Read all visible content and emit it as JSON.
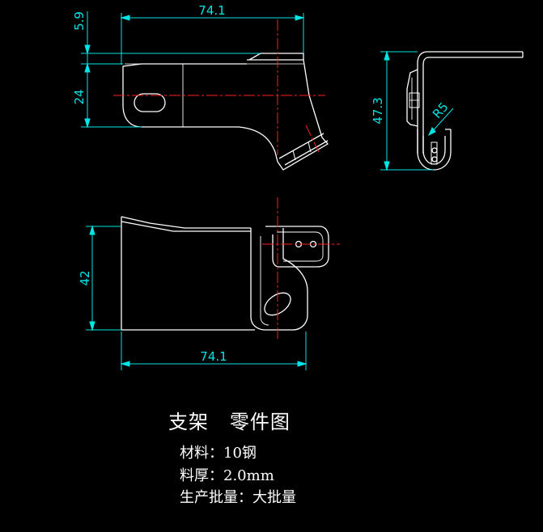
{
  "drawing": {
    "title": "支架   零件图",
    "dimensions": {
      "top_width": "74.1",
      "flange_thickness": "5.9",
      "side_height": "24",
      "right_height": "47.3",
      "radius": "R5",
      "bottom_height": "42",
      "bottom_width": "74.1"
    },
    "info": [
      "材料：10钢",
      "料厚：2.0mm",
      "生产批量：大批量"
    ]
  },
  "colors": {
    "background": "#000000",
    "outline": "#ffffff",
    "dimension": "#00e5e5",
    "centerline": "#ff2020"
  }
}
